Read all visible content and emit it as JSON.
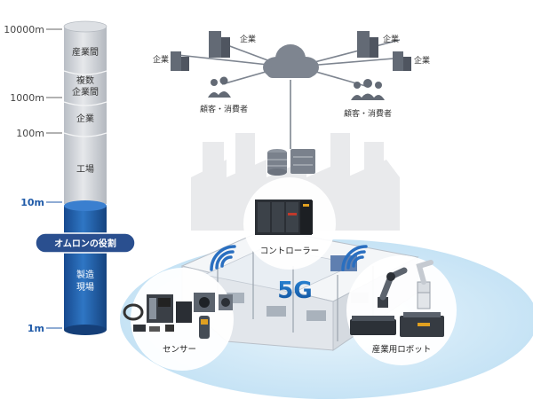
{
  "scale": {
    "ticks": [
      "10000m",
      "1000m",
      "100m",
      "10m",
      "1m"
    ],
    "segments": [
      "産業間",
      "複数",
      "企業間",
      "企業",
      "工場",
      "製造",
      "現場"
    ]
  },
  "role_label": "オムロンの役割",
  "network": {
    "company_left_a": "企業",
    "company_left_b": "企業",
    "consumer_left": "顧客・消費者",
    "company_right_a": "企業",
    "company_right_b": "企業",
    "consumer_right": "顧客・消費者"
  },
  "controller_label": "コントローラー",
  "fivg_label": "5G",
  "sensor_label": "センサー",
  "robot_label": "産業用ロボット",
  "colors": {
    "cylinder_gray": "#c9cdd3",
    "cylinder_blue": "#1f5aa8",
    "role_bar": "#2a4f8f",
    "ellipse_blue": "#d6ecf8",
    "fivg_blue": "#1668b8"
  }
}
